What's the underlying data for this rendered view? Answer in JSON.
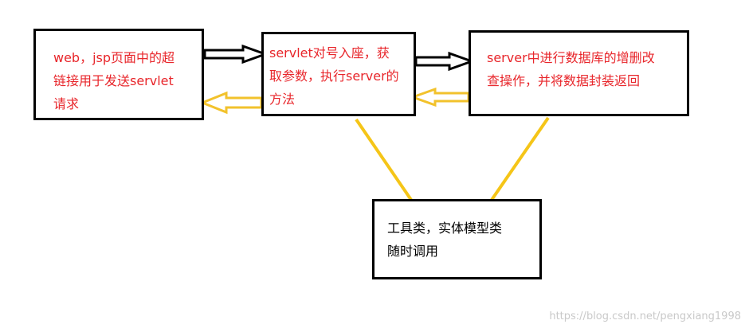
{
  "colors": {
    "box_border": "#000000",
    "red_text": "#e8262b",
    "forward_arrow": "#000000",
    "return_arrow": "#f2c22c",
    "util_link": "#f5c518",
    "watermark": "#c9c9c9"
  },
  "nodes": {
    "web": {
      "lines": [
        "web，jsp页面中的超",
        "链接用于发送servlet",
        "请求"
      ]
    },
    "servlet": {
      "lines": [
        "servlet对号入座，获",
        "取参数，执行server的",
        "方法"
      ]
    },
    "server": {
      "lines": [
        "server中进行数据库的增删改",
        "查操作，并将数据封装返回"
      ]
    },
    "util": {
      "lines": [
        "工具类，实体模型类",
        "随时调用"
      ]
    }
  },
  "edges": [
    {
      "from": "web",
      "to": "servlet",
      "style": "double-outline-arrow",
      "color": "forward_arrow"
    },
    {
      "from": "servlet",
      "to": "server",
      "style": "double-outline-arrow",
      "color": "forward_arrow"
    },
    {
      "from": "server",
      "to": "servlet",
      "style": "double-outline-arrow",
      "color": "return_arrow"
    },
    {
      "from": "servlet",
      "to": "web",
      "style": "double-outline-arrow",
      "color": "return_arrow"
    },
    {
      "from": "util",
      "to": "servlet",
      "style": "line",
      "color": "util_link"
    },
    {
      "from": "util",
      "to": "server",
      "style": "line",
      "color": "util_link"
    }
  ],
  "watermark": "https://blog.csdn.net/pengxiang1998"
}
